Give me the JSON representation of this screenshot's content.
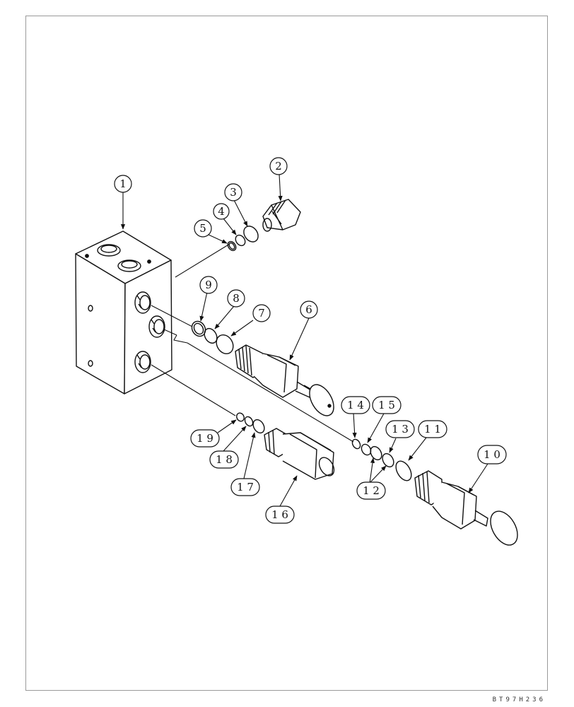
{
  "diagram": {
    "drawing_code": "BT97H236",
    "callouts": [
      {
        "id": "1",
        "label": "1"
      },
      {
        "id": "2",
        "label": "2"
      },
      {
        "id": "3",
        "label": "3"
      },
      {
        "id": "4",
        "label": "4"
      },
      {
        "id": "5",
        "label": "5"
      },
      {
        "id": "6",
        "label": "6"
      },
      {
        "id": "7",
        "label": "7"
      },
      {
        "id": "8",
        "label": "8"
      },
      {
        "id": "9",
        "label": "9"
      },
      {
        "id": "10",
        "label": "1 0"
      },
      {
        "id": "11",
        "label": "1 1"
      },
      {
        "id": "12",
        "label": "1 2"
      },
      {
        "id": "13",
        "label": "1 3"
      },
      {
        "id": "14",
        "label": "1 4"
      },
      {
        "id": "15",
        "label": "1 5"
      },
      {
        "id": "16",
        "label": "1 6"
      },
      {
        "id": "17",
        "label": "1 7"
      },
      {
        "id": "18",
        "label": "1 8"
      },
      {
        "id": "19",
        "label": "1 9"
      }
    ],
    "colors": {
      "ink": "#111111",
      "frame": "#9a9a9a",
      "background": "#ffffff"
    }
  }
}
